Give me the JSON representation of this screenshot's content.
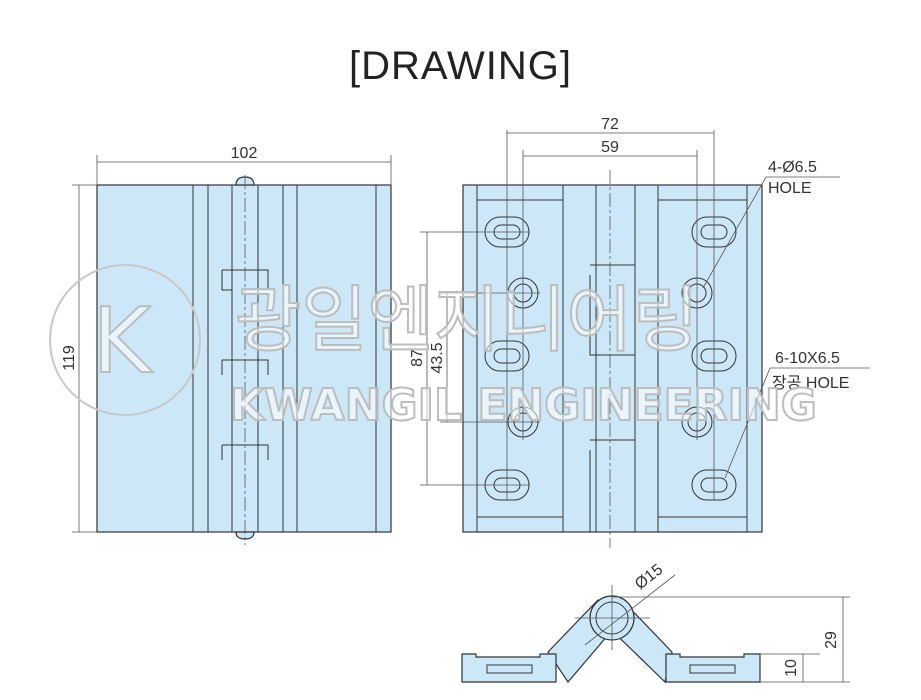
{
  "title": "[DRAWING]",
  "watermark": {
    "korean": "광일엔지니어링",
    "english": "KWANGIL ENGINEERING"
  },
  "front_view": {
    "width_label": "102",
    "height_label": "119"
  },
  "side_view": {
    "hole_pitch_outer": "72",
    "hole_pitch_inner": "59",
    "slot_pitch": "87",
    "hole_pitch_vertical": "43.5",
    "round_hole_note": [
      "4-Ø6.5",
      "HOLE"
    ],
    "slot_hole_note": [
      "6-10X6.5",
      "장공 HOLE"
    ]
  },
  "end_view": {
    "knuckle_dia": "Ø15",
    "total_height": "29",
    "leaf_height": "10"
  },
  "colors": {
    "fill": "#cce8f8",
    "line": "#333333"
  }
}
